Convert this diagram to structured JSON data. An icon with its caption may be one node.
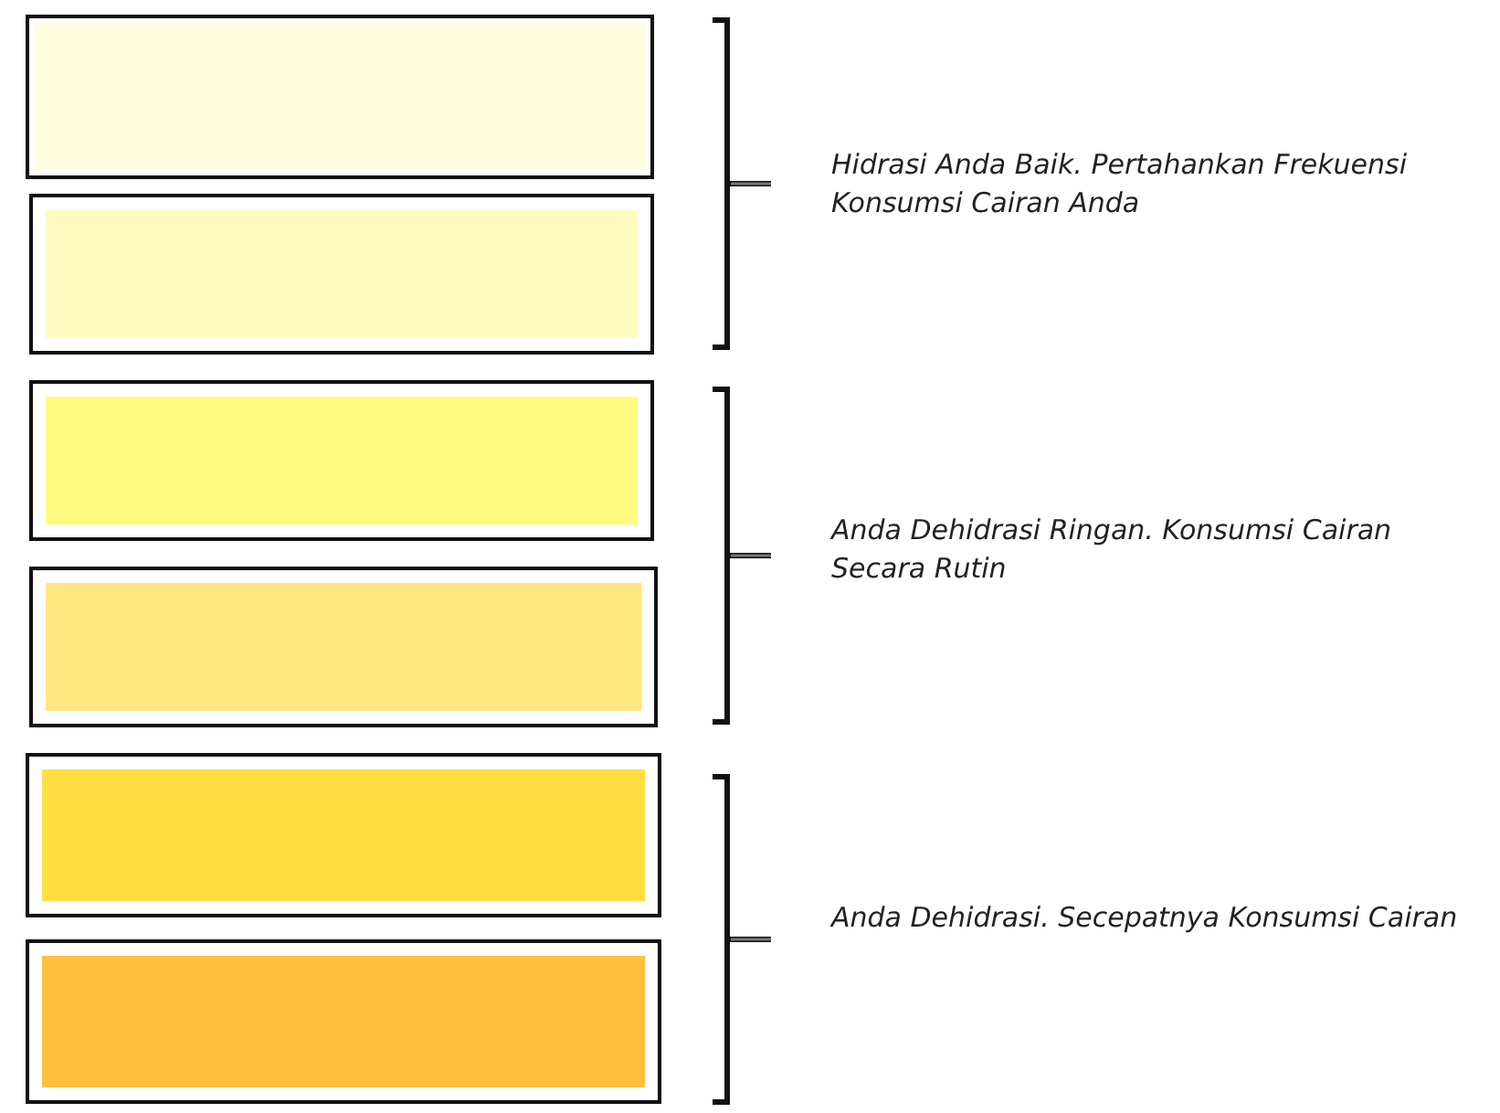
{
  "diagram": {
    "nodes": [
      {
        "text": [],
        "shape": "box"
      },
      {
        "text": [],
        "shape": "box"
      },
      {
        "text": [],
        "shape": "box"
      },
      {
        "text": [],
        "shape": "box"
      },
      {
        "text": [],
        "shape": "box"
      },
      {
        "text": [],
        "shape": "box"
      }
    ],
    "labels": [
      "Hidrasi Anda Baik. Pertahankan Frekuensi Konsumsi Cairan Anda",
      "Anda Dehidrasi Ringan. Konsumsi Cairan Secara Rutin",
      "Anda Dehidrasi. Secepatnya Konsumsi Cairan"
    ]
  }
}
